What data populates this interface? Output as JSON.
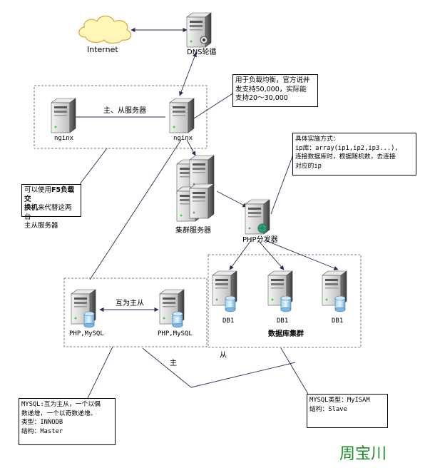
{
  "labels": {
    "internet": "Internet",
    "dns": "DNS轮循",
    "nginx_left": "nginx",
    "nginx_right": "nginx",
    "master_slave_link": "主、从服务器",
    "cluster": "集群服务器",
    "php_dispatcher": "PHP分发器",
    "mutual_master_slave": "互为主从",
    "php_mysql_left": "PHP,MySQL",
    "php_mysql_right": "PHP,MySQL",
    "db1_a": "DB1",
    "db1_b": "DB1",
    "db1_c": "DB1",
    "db_cluster": "数据库集群",
    "master_mark": "主",
    "slave_mark": "从",
    "signature": "周宝川"
  },
  "notes": {
    "load_balance": "用于负载均衡，官方说并\n发支持50,000，实际能\n支持20～30,000",
    "f5_text_prefix": "可以使用",
    "f5_text_bold": "F5负载交\n换机",
    "f5_text_suffix": "来代替这两台\n主从服务器",
    "implementation": "具体实施方式：\nip库：array(ip1,ip2,ip3...),\n连接数据库时，根据随机数，去连接\n对应的ip",
    "mysql_master": "MYSQL:互为主从，一个以偶\n数递增，一个以奇数递增。\n类型：INNODB\n结构：Master",
    "mysql_slave": "MYSQL类型：MyISAM\n结构：Slave"
  }
}
